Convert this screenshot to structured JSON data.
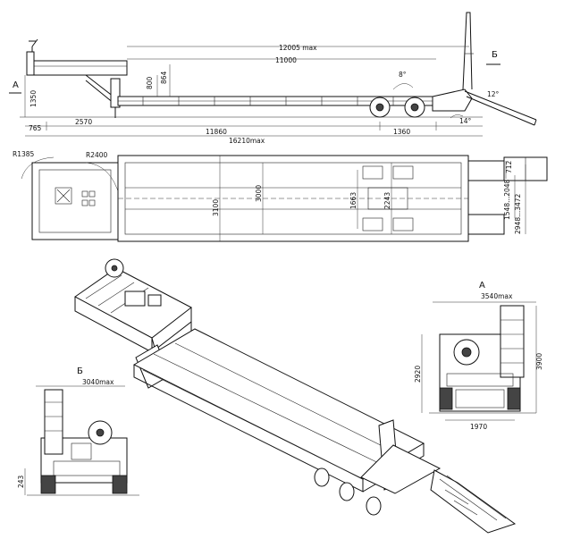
{
  "side_view": {
    "dims": {
      "overall_max": "12005 max",
      "length_11000": "11000",
      "h_800": "800",
      "h_864": "864",
      "h_1350": "1350",
      "d_765": "765",
      "d_2570": "2570",
      "d_11860": "11860",
      "d_1360": "1360",
      "overall_length": "16210max"
    },
    "angles": {
      "a8": "8°",
      "a12": "12°",
      "a14": "14°"
    },
    "markers": {
      "A": "A",
      "B": "Б"
    }
  },
  "top_view": {
    "dims": {
      "r1385": "R1385",
      "r2400": "R2400",
      "w3100": "3100",
      "w3000": "3000",
      "w1663": "1663",
      "w2243": "2243",
      "w712": "712",
      "range_1548": "1548...2048",
      "range_2948": "2948...3472"
    }
  },
  "view_a": {
    "label": "A",
    "dims": {
      "width_max": "3540max",
      "h2920": "2920",
      "h3900": "3900",
      "track": "1970"
    }
  },
  "view_b": {
    "label": "Б",
    "dims": {
      "width_max": "3040max",
      "h243": "243"
    }
  }
}
